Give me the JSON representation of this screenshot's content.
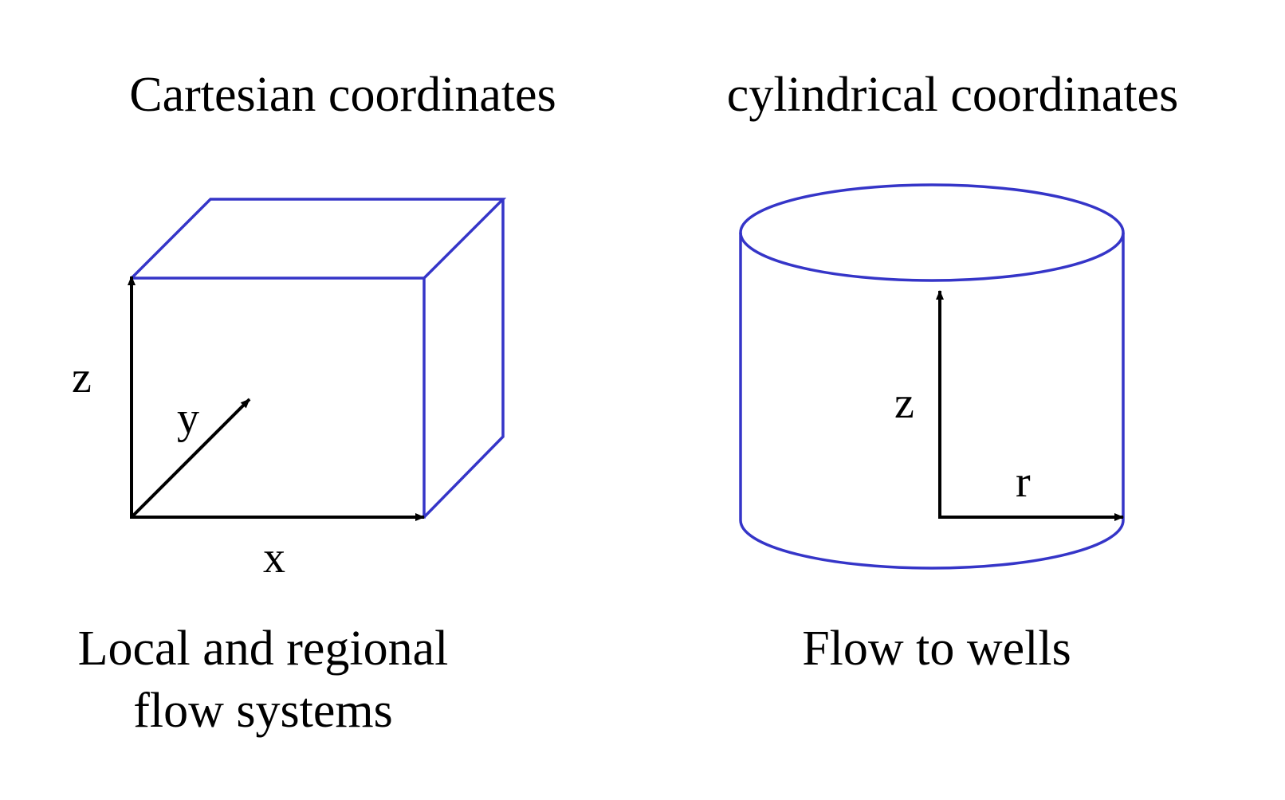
{
  "left_panel": {
    "heading": "Cartesian coordinates",
    "axis_labels": {
      "z": "z",
      "y": "y",
      "x": "x"
    },
    "caption_line1": "Local and regional",
    "caption_line2": "flow systems"
  },
  "right_panel": {
    "heading": "cylindrical coordinates",
    "axis_labels": {
      "z": "z",
      "r": "r"
    },
    "caption": "Flow to wells"
  },
  "colors": {
    "shape_outline": "#3535c8",
    "axis": "#000000",
    "text": "#000000",
    "background": "#ffffff"
  }
}
